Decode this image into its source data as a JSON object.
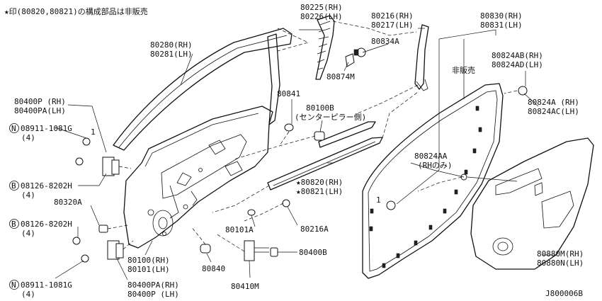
{
  "header": {
    "note": "★印(80820,80821)の構成部品は非販売"
  },
  "footer": {
    "code": "J800006B"
  },
  "labels": {
    "p80225": "80225(RH)",
    "p80226": "80226(LH)",
    "p80216": "80216(RH)",
    "p80217": "80217(LH)",
    "p80830": "80830(RH)",
    "p80831": "80831(LH)",
    "p80834a": "80834A",
    "p80874m": "80874M",
    "p80280": "80280(RH)",
    "p80281": "80281(LH)",
    "hihanbai": "非販売",
    "p80824ab": "80824AB(RH)",
    "p80824ad": "80824AD(LH)",
    "p80824a": "80824A (RH)",
    "p80824ac": "80824AC(LH)",
    "p80841": "80841",
    "p80100b": "80100B",
    "center_pillar": "(センターピラー側)",
    "p80400p_top": "80400P (RH)",
    "p80400pa_top": "80400PA(LH)",
    "n08911_top": "08911-1081G",
    "qty4_a": "(4)",
    "b08126_top": "08126-8202H",
    "qty4_b": "(4)",
    "p80824aa": "80824AA",
    "rh_only": "(RHのみ)",
    "p80820": "★80820(RH)",
    "p80821": "★80821(LH)",
    "p80320a": "80320A",
    "b08126_bot": "08126-8202H",
    "qty4_c": "(4)",
    "p80101a": "80101A",
    "p80216a": "80216A",
    "p80100": "80100(RH)",
    "p80101": "80101(LH)",
    "p80840": "80840",
    "p80400b": "80400B",
    "n08911_bot": "08911-1081G",
    "qty4_d": "(4)",
    "p80400pa_bot": "80400PA(RH)",
    "p80400p_bot": "80400P (LH)",
    "p80410m": "80410M",
    "p80880m": "80880M(RH)",
    "p80880n": "80880N(LH)",
    "num_1": "1",
    "num_2": "1",
    "circle_n": "N",
    "circle_b": "B"
  }
}
